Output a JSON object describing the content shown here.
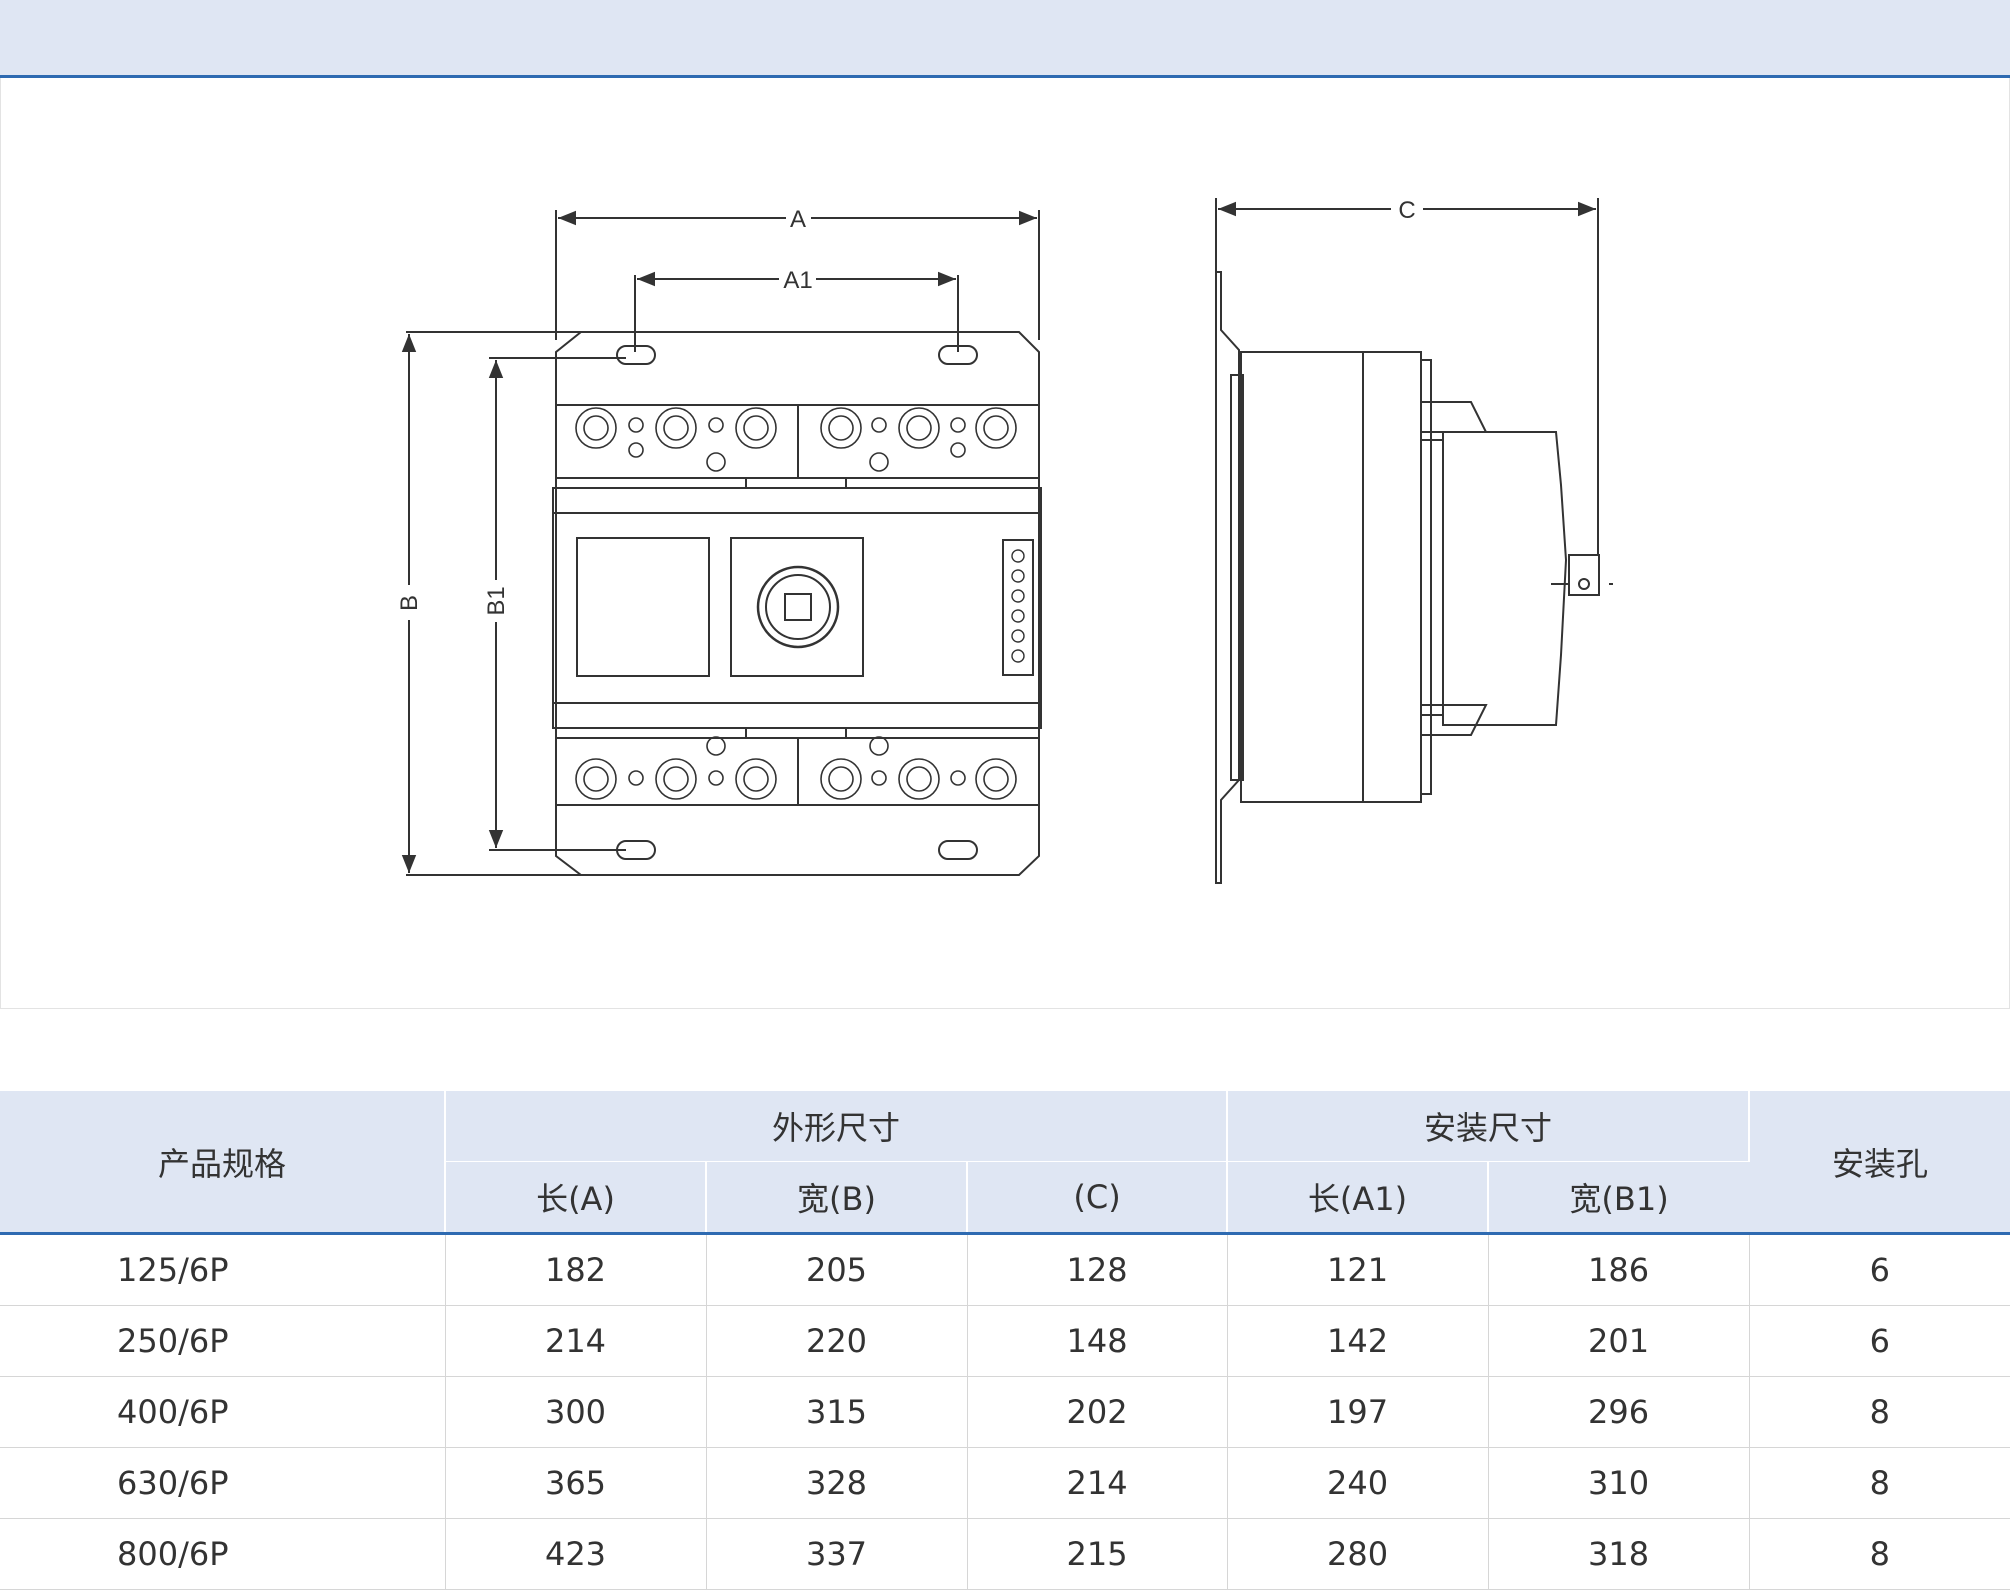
{
  "drawing": {
    "labels": {
      "A": "A",
      "A1": "A1",
      "B": "B",
      "B1": "B1",
      "C": "C"
    }
  },
  "table": {
    "headers": {
      "product": "产品规格",
      "outline": "外形尺寸",
      "mounting": "安装尺寸",
      "holes": "安装孔",
      "length_a": "长(A)",
      "width_b": "宽(B)",
      "depth_c": "(C)",
      "length_a1": "长(A1)",
      "width_b1": "宽(B1)"
    },
    "rows": [
      [
        "125/6P",
        "182",
        "205",
        "128",
        "121",
        "186",
        "6"
      ],
      [
        "250/6P",
        "214",
        "220",
        "148",
        "142",
        "201",
        "6"
      ],
      [
        "400/6P",
        "300",
        "315",
        "202",
        "197",
        "296",
        "8"
      ],
      [
        "630/6P",
        "365",
        "328",
        "214",
        "240",
        "310",
        "8"
      ],
      [
        "800/6P",
        "423",
        "337",
        "215",
        "280",
        "318",
        "8"
      ]
    ]
  }
}
